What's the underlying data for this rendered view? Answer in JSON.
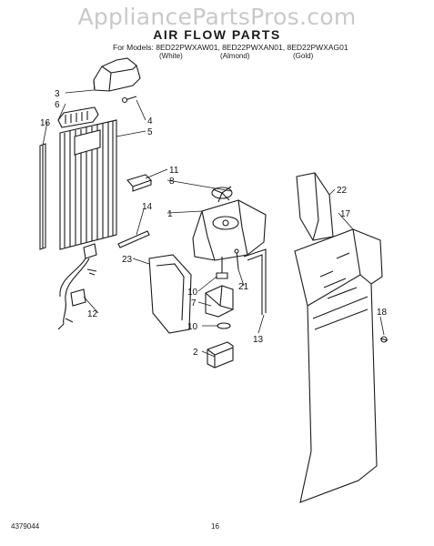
{
  "watermark": "AppliancePartsPros.com",
  "title": "AIR FLOW PARTS",
  "models_line": "For Models: 8ED22PWXAW01, 8ED22PWXAN01, 8ED22PWXAG01",
  "colors": [
    "(White)",
    "(Almond)",
    "(Gold)"
  ],
  "callouts": [
    "3",
    "6",
    "16",
    "4",
    "5",
    "11",
    "8",
    "22",
    "14",
    "1",
    "17",
    "23",
    "21",
    "10",
    "7",
    "12",
    "10",
    "18",
    "13",
    "2"
  ],
  "footer": {
    "doc_number": "4379044",
    "page_number": "16"
  }
}
